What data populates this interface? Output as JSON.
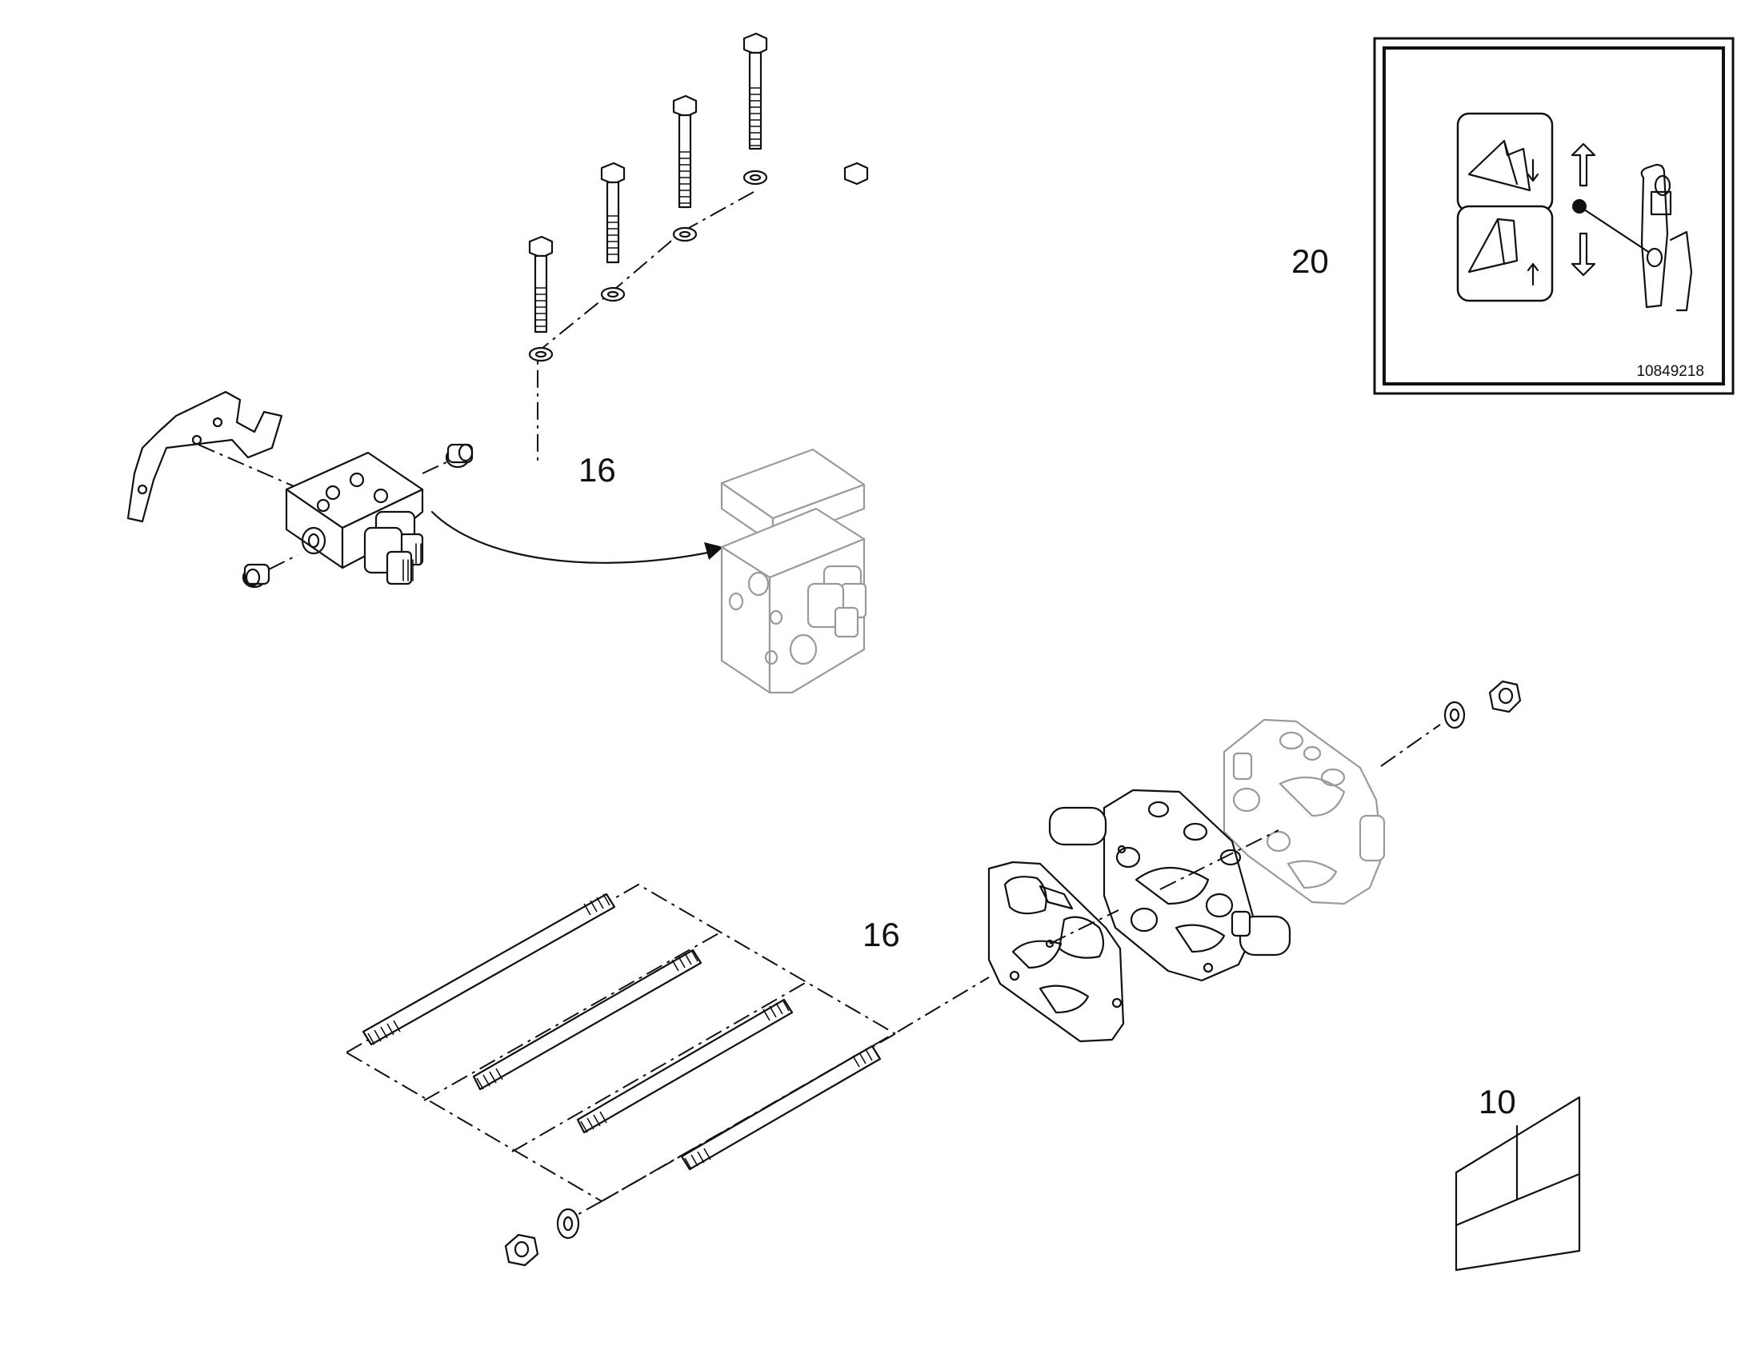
{
  "callouts": {
    "valve_assembly": "16",
    "valve_stack": "16",
    "decal": "20",
    "document": "10"
  },
  "decal_part_number": "10849218",
  "icons": [
    "bolt-icon",
    "washer-icon",
    "nut-icon",
    "stud-icon",
    "bracket-icon",
    "valve-block-icon",
    "decal-icon",
    "manual-icon"
  ]
}
